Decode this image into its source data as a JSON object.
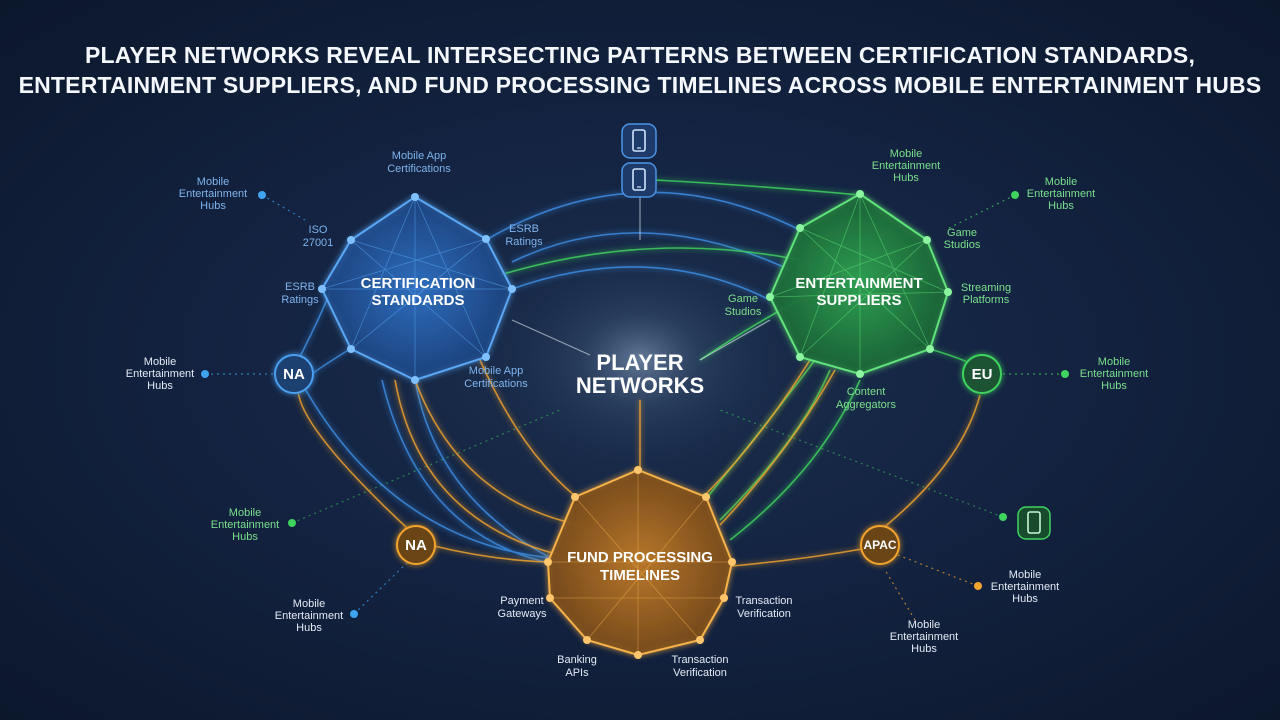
{
  "title": {
    "line1": "PLAYER NETWORKS REVEAL INTERSECTING PATTERNS BETWEEN CERTIFICATION STANDARDS,",
    "line2": "ENTERTAINMENT SUPPLIERS, AND FUND PROCESSING TIMELINES ACROSS MOBILE ENTERTAINMENT HUBS"
  },
  "colors": {
    "background": "#132341",
    "certification": "#3c8fe6",
    "entertainment": "#3fd45e",
    "fund": "#f2a42e",
    "hub_blue": "#3ea4f0",
    "hub_green": "#3fd45e",
    "hub_orange": "#f2a42e"
  },
  "center": {
    "line1": "PLAYER",
    "line2": "NETWORKS"
  },
  "certification": {
    "line1": "CERTIFICATION",
    "line2": "STANDARDS",
    "labels": {
      "mobile_app_top_1": "Mobile App",
      "mobile_app_top_2": "Certifications",
      "iso_1": "ISO",
      "iso_2": "27001",
      "esrb_right_1": "ESRB",
      "esrb_right_2": "Ratings",
      "esrb_left_1": "ESRB",
      "esrb_left_2": "Ratings",
      "mobile_app_bottom_1": "Mobile App",
      "mobile_app_bottom_2": "Certifications"
    }
  },
  "entertainment": {
    "line1": "ENTERTAINMENT",
    "line2": "SUPPLIERS",
    "labels": {
      "hubs_top_1": "Mobile",
      "hubs_top_2": "Entertainment",
      "hubs_top_3": "Hubs",
      "game_right_1": "Game",
      "game_right_2": "Studios",
      "game_left_1": "Game",
      "game_left_2": "Studios",
      "streaming_1": "Streaming",
      "streaming_2": "Platforms",
      "content_1": "Content",
      "content_2": "Aggregators"
    }
  },
  "fund": {
    "line1": "FUND PROCESSING",
    "line2": "TIMELINES",
    "labels": {
      "payment_1": "Payment",
      "payment_2": "Gateways",
      "banking_1": "Banking",
      "banking_2": "APIs",
      "tv_right_1": "Transaction",
      "tv_right_2": "Verification",
      "tv_bottom_1": "Transaction",
      "tv_bottom_2": "Verification"
    }
  },
  "regions": {
    "na_blue": "NA",
    "eu": "EU",
    "na_orange": "NA",
    "apac": "APAC"
  },
  "hubs": {
    "line1": "Mobile",
    "line2": "Entertainment",
    "line3": "Hubs"
  }
}
